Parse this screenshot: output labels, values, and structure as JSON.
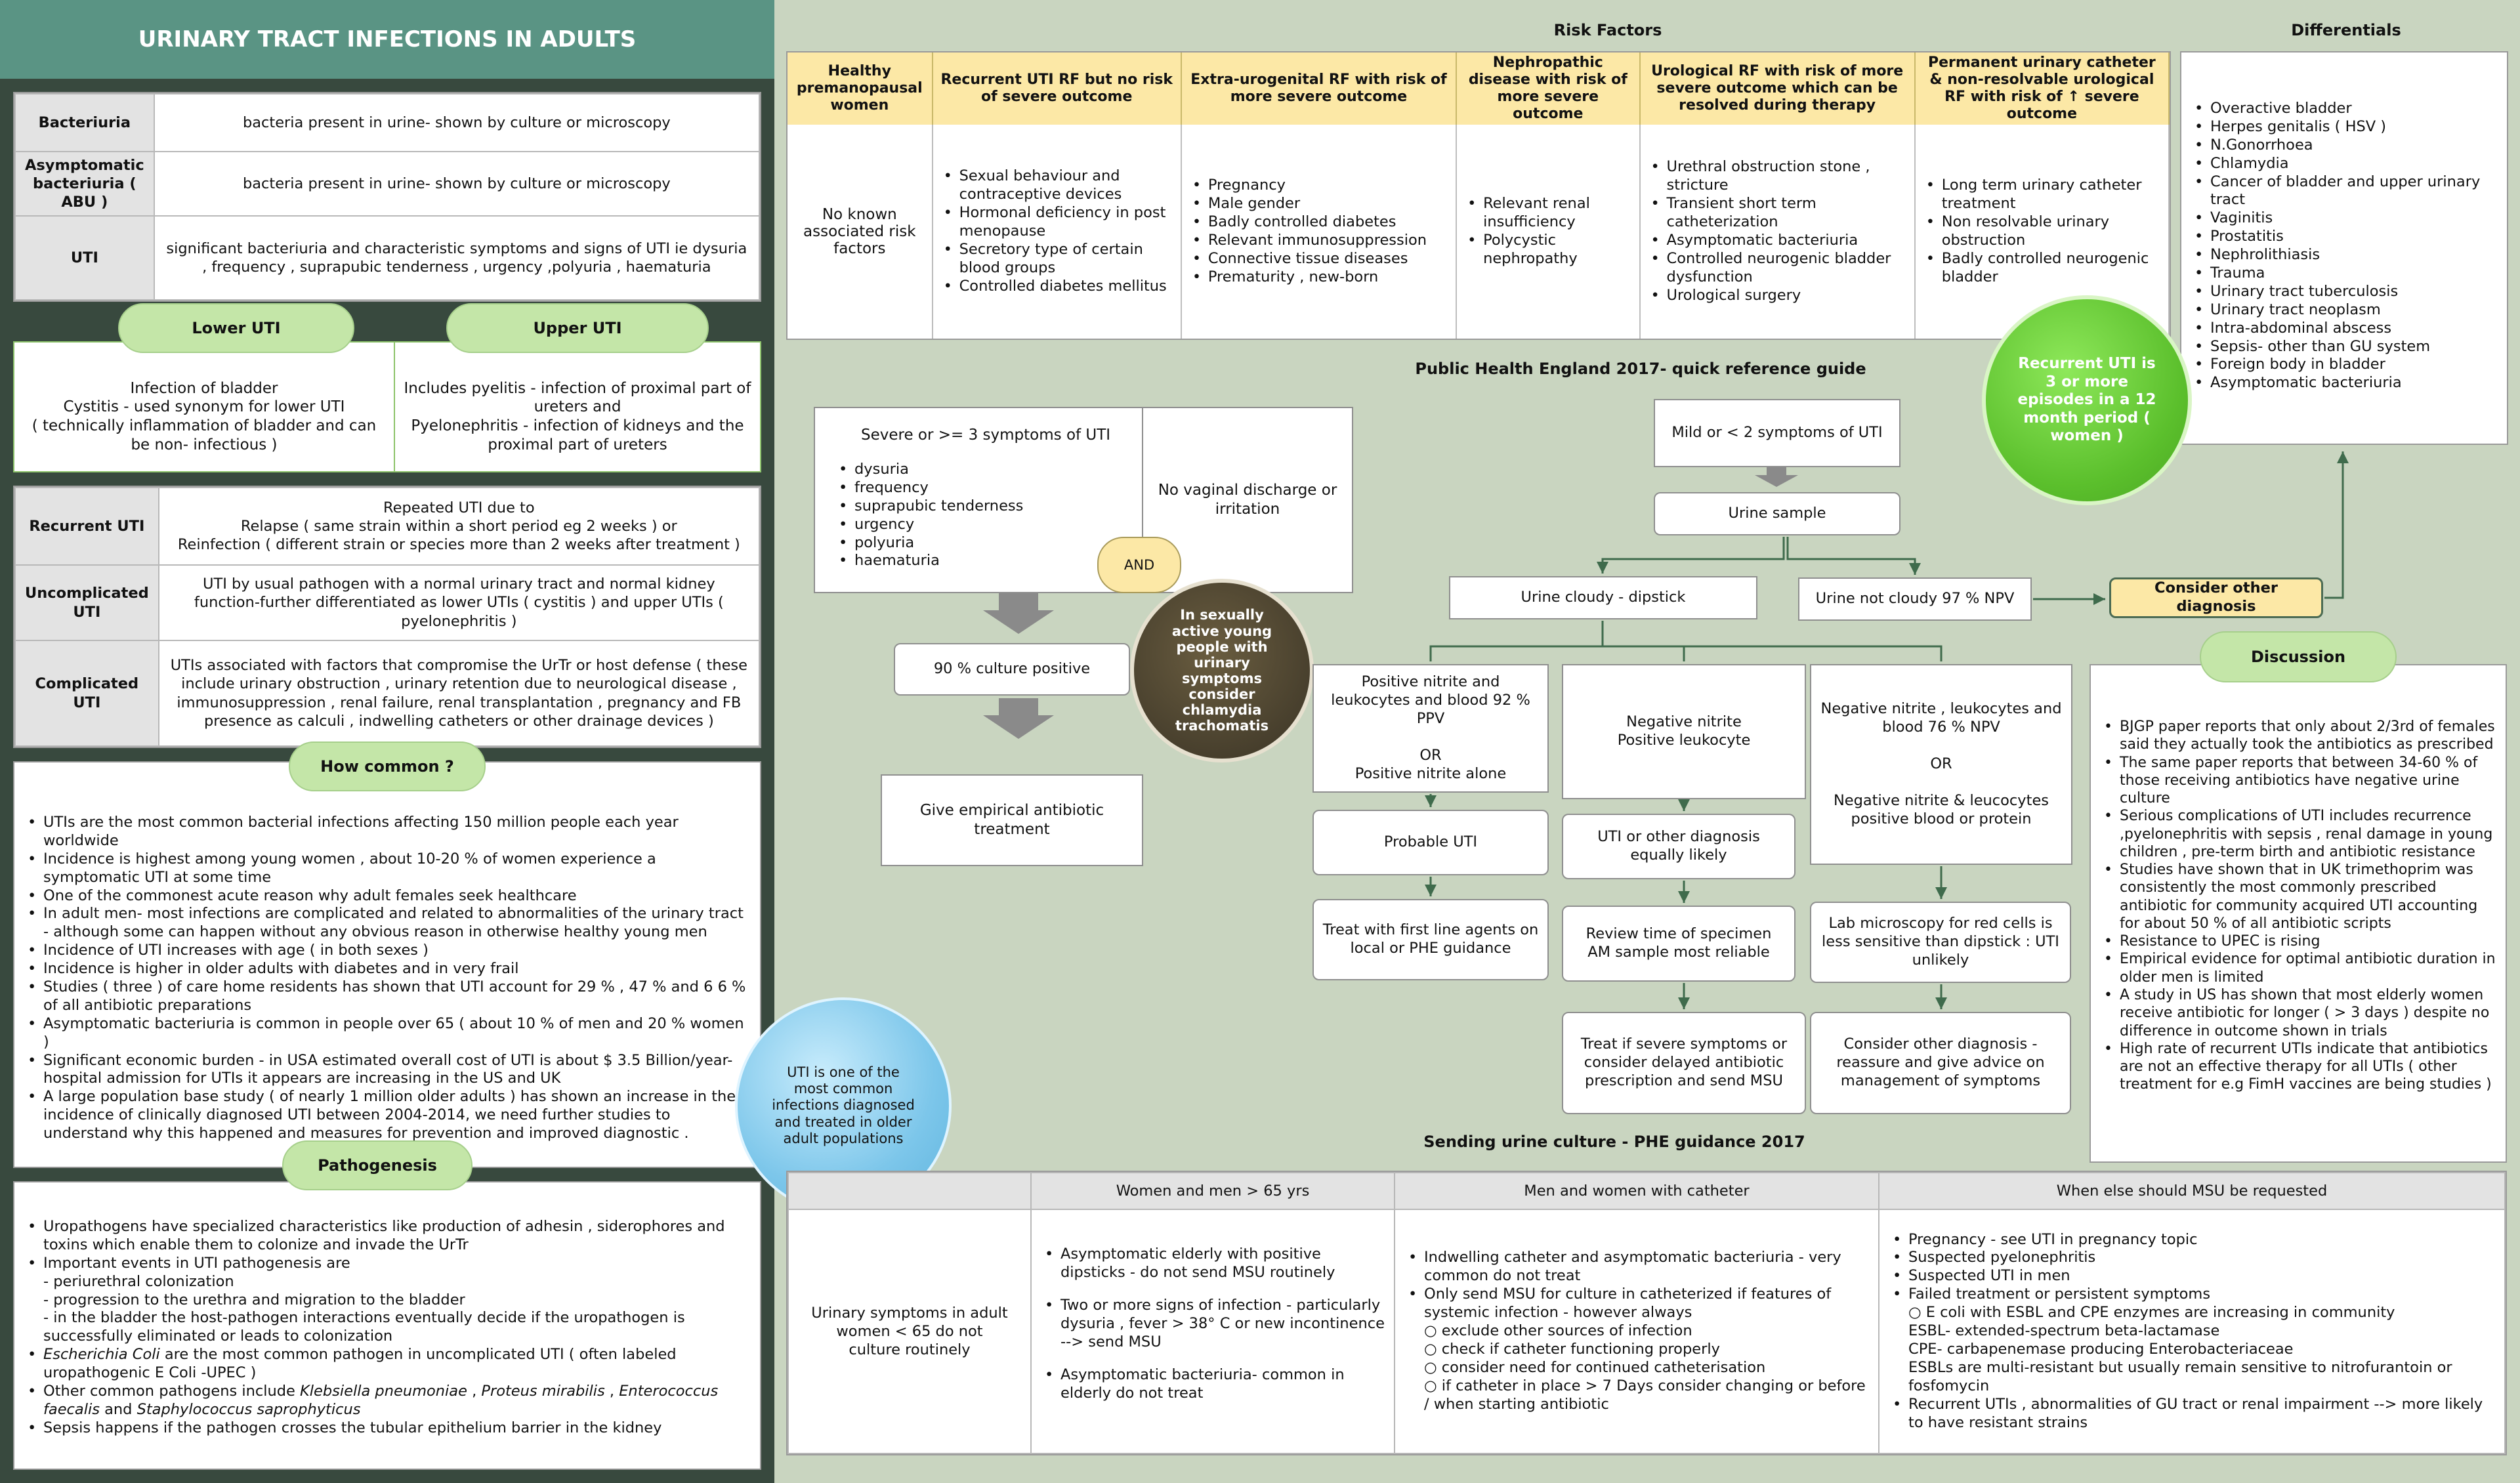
{
  "title": "URINARY TRACT INFECTIONS IN ADULTS",
  "definitions": [
    {
      "term": "Bacteriuria",
      "text": "bacteria present in urine- shown by culture or microscopy"
    },
    {
      "term": "Asymptomatic bacteriuria ( ABU )",
      "text": "bacteria present in urine- shown by culture or microscopy"
    },
    {
      "term": "UTI",
      "text": "significant bacteriuria and characteristic symptoms and signs of UTI ie dysuria , frequency , suprapubic tenderness , urgency ,polyuria , haematuria"
    }
  ],
  "lower_upper": {
    "lower_label": "Lower UTI",
    "upper_label": "Upper UTI",
    "lower_text": "Infection of bladder\nCystitis - used synonym for lower UTI\n( technically inflammation of bladder and can be non- infectious )",
    "upper_text": "Includes pyelitis - infection of proximal part of ureters and\nPyelonephritis - infection of kidneys and the proximal part of ureters"
  },
  "definitions2": [
    {
      "term": "Recurrent UTI",
      "text": "Repeated UTI due to\nRelapse ( same strain  within a short period eg 2 weeks ) or\nReinfection ( different strain or species more than 2 weeks after treatment )"
    },
    {
      "term": "Uncomplicated UTI",
      "text": "UTI by usual pathogen with a normal urinary tract and normal kidney function-further differentiated as lower UTIs ( cystitis ) and upper UTIs ( pyelonephritis )"
    },
    {
      "term": "Complicated UTI",
      "text": "UTIs associated with factors that compromise the UrTr or host defense ( these include urinary obstruction , urinary retention due to neurological disease , immunosuppression , renal failure, renal transplantation , pregnancy and FB presence as calculi , indwelling catheters or other drainage devices )"
    }
  ],
  "how_common": {
    "label": "How common ?",
    "items": [
      "UTIs are the most common bacterial infections affecting 150 million people each year worldwide",
      "Incidence is highest among young women , about 10-20 % of women experience a symptomatic UTI at some time",
      "One of the commonest acute reason why adult females seek healthcare",
      "In adult men- most infections are complicated and related to abnormalities of the urinary tract - although some can happen without any obvious reason in otherwise healthy young men",
      "Incidence of UTI increases with age ( in both sexes )",
      "Incidence is higher in older adults with diabetes and in very frail",
      "Studies ( three )  of care home residents has shown that UTI account for 29 % , 47 % and 6 6 % of all antibiotic preparations",
      "Asymptomatic bacteriuria is common in people over 65 ( about 10 % of men and 20 % women )",
      "Significant economic burden - in USA estimated overall cost of UTI is about $ 3.5 Billion/year-hospital admission for UTIs it appears are increasing in the US and UK",
      "A large population base study ( of nearly 1 million older adults ) has shown an increase in the incidence of clinically diagnosed UTI between 2004-2014, we need further studies to understand why this happened and measures for prevention and improved diagnostic ."
    ]
  },
  "blue_circle": "UTI is one of the  most common infections diagnosed and treated in older adult populations",
  "pathogenesis": {
    "label": "Pathogenesis",
    "p1": "Uropathogens have specialized characteristics like  production of adhesin , siderophores and toxins which enable them to colonize and invade the UrTr",
    "p2": "Important events in UTI pathogenesis are",
    "p2a": "- periurethral colonization",
    "p2b": "- progression to the urethra and migration to the bladder",
    "p2c": "- in the bladder the host-pathogen interactions eventually decide if the uropathogen is successfully eliminated or leads to colonization",
    "p3_italic": "Escherichia Coli",
    "p3_rest": " are the most common pathogen in uncomplicated UTI ( often labeled uropathogenic E Coli -UPEC )",
    "p4_pre": "Other common pathogens include ",
    "p4_it1": "Klebsiella  pneumoniae",
    "p4_mid1": " , ",
    "p4_it2": "Proteus mirabilis",
    "p4_mid2": " , ",
    "p4_it3": "Enterococcus faecalis",
    "p4_mid3": " and ",
    "p4_it4": "Staphylococcus saprophyticus",
    "p5": "Sepsis happens if  the pathogen crosses the tubular epithelium barrier in the kidney"
  },
  "risk_factors": {
    "title": "Risk Factors",
    "columns": [
      {
        "header": "Healthy premanopausal women",
        "items": [],
        "text": "No known associated risk factors"
      },
      {
        "header": "Recurrent UTI RF but no risk of severe outcome",
        "items": [
          "Sexual behaviour and contraceptive devices",
          "Hormonal deficiency in post menopause",
          "Secretory type of certain blood groups",
          "Controlled diabetes mellitus"
        ]
      },
      {
        "header": "Extra-urogenital RF with risk of more severe outcome",
        "items": [
          "Pregnancy",
          "Male gender",
          "Badly controlled diabetes",
          "Relevant immunosuppression",
          "Connective tissue diseases",
          "Prematurity , new-born"
        ]
      },
      {
        "header": "Nephropathic disease with risk of more severe outcome",
        "items": [
          "Relevant renal insufficiency",
          "Polycystic nephropathy"
        ]
      },
      {
        "header": "Urological RF with risk of more severe outcome which can be resolved during therapy",
        "items": [
          "Urethral obstruction stone , stricture",
          "Transient short term catheterization",
          "Asymptomatic bacteriuria",
          "Controlled neurogenic bladder dysfunction",
          "Urological surgery"
        ]
      },
      {
        "header": "Permanent urinary catheter & non-resolvable urological RF with risk of ↑ severe outcome",
        "items": [
          "Long term urinary catheter treatment",
          "Non resolvable urinary obstruction",
          "Badly controlled neurogenic bladder"
        ]
      }
    ]
  },
  "differentials": {
    "title": "Differentials",
    "items": [
      "Overactive bladder",
      "Herpes genitalis ( HSV )",
      "N.Gonorrhoea",
      "Chlamydia",
      "Cancer of bladder and upper urinary tract",
      "Vaginitis",
      "Prostatitis",
      "Nephrolithiasis",
      "Trauma",
      "Urinary tract tuberculosis",
      "Urinary tract neoplasm",
      "Intra-abdominal abscess",
      "Sepsis- other than GU system",
      "Foreign body in bladder",
      "Asymptomatic bacteriuria"
    ]
  },
  "green_circle": "Recurrent UTI is 3 or more episodes in a 12 month period ( women )",
  "phe": {
    "title": "Public Health England 2017- quick reference guide",
    "severe_title": "Severe or >= 3 symptoms of  UTI",
    "severe_items": [
      "dysuria",
      "frequency",
      "suprapubic tenderness",
      "urgency",
      "polyuria",
      "haematuria"
    ],
    "no_vaginal": "No vaginal discharge or irritation",
    "and": "AND",
    "culture_positive": "90 % culture positive",
    "empirical": "Give empirical antibiotic treatment",
    "brown_circle": "In sexually active young people with urinary symptoms consider chlamydia trachomatis",
    "mild": "Mild or < 2 symptoms of UTI",
    "urine_sample": "Urine sample",
    "cloudy": "Urine cloudy - dipstick",
    "not_cloudy": "Urine not cloudy 97 % NPV",
    "consider_other": "Consider other diagnosis",
    "pos_nitrite": "Positive nitrite and leukocytes and blood 92 % PPV\n\nOR\nPositive nitrite alone",
    "neg_nitrite": "Negative nitrite\nPositive leukocyte",
    "neg_all": "Negative nitrite , leukocytes and blood 76 % NPV\n\nOR\n\nNegative nitrite & leucocytes positive blood or protein",
    "probable": "Probable UTI",
    "equally": "UTI or other diagnosis equally likely",
    "treat_first": "Treat with first line agents on local or PHE guidance",
    "review": "Review time of specimen\nAM sample most reliable",
    "lab": "Lab microscopy for red cells is less sensitive than dipstick : UTI unlikely",
    "treat_severe": "Treat if severe symptoms or consider delayed antibiotic prescription and send MSU",
    "consider_reassure": "Consider other diagnosis - reassure and give advice on management of symptoms"
  },
  "discussion": {
    "label": "Discussion",
    "items": [
      "BJGP paper reports that only about 2/3rd of females said they actually took the antibiotics as prescribed",
      "The same paper reports that between 34-60 % of those receiving antibiotics have negative urine culture",
      "Serious complications of UTI includes recurrence ,pyelonephritis with sepsis , renal damage in young children , pre-term birth and antibiotic resistance",
      "Studies have shown that in UK trimethoprim was consistently the most commonly prescribed antibiotic for  community acquired UTI accounting for about 50 % of all antibiotic scripts",
      "Resistance to UPEC is rising",
      "Empirical evidence for optimal antibiotic duration in older men is limited",
      "A study in US has shown that most elderly women receive antibiotic for longer ( > 3 days ) despite no difference in outcome shown in trials",
      "High rate of recurrent UTIs indicate that antibiotics are not an effective therapy for all UTIs ( other treatment for e.g FimH vaccines are being studies )"
    ]
  },
  "sending": {
    "title": "Sending urine culture - PHE guidance 2017",
    "headers": [
      "",
      "Women and men > 65 yrs",
      "Men and women with catheter",
      "When else should MSU be requested"
    ],
    "col1": "Urinary symptoms in adult women < 65 do not culture routinely",
    "col2": [
      "Asymptomatic elderly with positive dipsticks - do not send MSU routinely",
      "Two or more signs of infection - particularly dysuria , fever > 38° C or new incontinence --> send MSU",
      "Asymptomatic bacteriuria- common in elderly do not treat"
    ],
    "col3_items": [
      "Indwelling catheter and asymptomatic bacteriuria - very common do not treat",
      "Only send MSU for culture in catheterized if features of systemic infection - however always"
    ],
    "col3_sub": [
      "○ exclude other sources of infection",
      "○ check if catheter functioning properly",
      "○ consider need for continued catheterisation",
      "○ if catheter in place > 7 Days consider changing or before / when starting antibiotic"
    ],
    "col4_items": [
      "Pregnancy - see UTI in pregnancy topic",
      "Suspected pyelonephritis",
      "Suspected UTI in men",
      "Failed treatment or persistent symptoms"
    ],
    "col4_sub": [
      "○ E coli with ESBL and CPE enzymes are increasing in community",
      "ESBL- extended-spectrum beta-lactamase",
      "CPE- carbapenemase producing Enterobacteriaceae",
      "ESBLs are multi-resistant but usually remain sensitive to nitrofurantoin or fosfomycin"
    ],
    "col4_last": "Recurrent UTIs , abnormalities of GU tract or renal impairment --> more likely to have resistant strains"
  },
  "colors": {
    "left_panel": "#38493e",
    "title_bar": "#5a9484",
    "right_bg": "#c9d5c0",
    "pill": "#c4e6a8",
    "rf_header": "#fce8a6",
    "arrow": "#3f6b4c",
    "green_circle": "#6cc83c",
    "blue_circle": "#8fd0f0",
    "brown_circle": "#4d4430"
  }
}
